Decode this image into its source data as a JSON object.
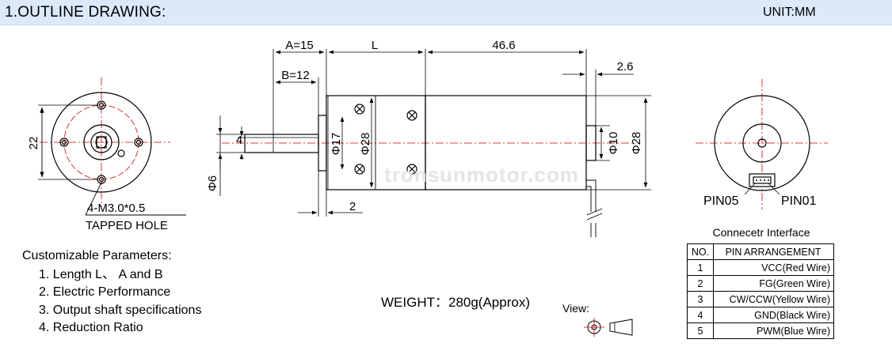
{
  "header": {
    "title": "1.OUTLINE DRAWING:",
    "unit": "UNIT:MM"
  },
  "watermark": "tronsunmotor.com",
  "dimensions": {
    "a_label": "A=15",
    "b_label": "B=12",
    "l_label": "L",
    "body_length": "46.6",
    "rear_offset": "2.6",
    "front_height": "22",
    "shaft_flat": "4",
    "shaft_dia": "Φ6",
    "boss_dia": "Φ17",
    "body_dia": "Φ28",
    "rear_boss_dia": "Φ10",
    "rear_body_dia": "Φ28",
    "flange_gap": "2"
  },
  "callouts": {
    "tapped_hole_line1": "4-M3.0*0.5",
    "tapped_hole_line2": "TAPPED HOLE",
    "pin05": "PIN05",
    "pin01": "PIN01"
  },
  "params": {
    "title": "Customizable Parameters:",
    "items": [
      "1. Length  L、 A and B",
      "2. Electric Performance",
      "3. Output shaft specifications",
      "4. Reduction Ratio"
    ]
  },
  "weight": "WEIGHT：280g(Approx)",
  "view_label": "View:",
  "connector": {
    "title": "Connecetr Interface",
    "headers": [
      "NO.",
      "PIN ARRANGEMENT"
    ],
    "rows": [
      {
        "no": "1",
        "pin": "VCC(Red Wire)"
      },
      {
        "no": "2",
        "pin": "FG(Green Wire)"
      },
      {
        "no": "3",
        "pin": "CW/CCW(Yellow Wire)"
      },
      {
        "no": "4",
        "pin": "GND(Black Wire)"
      },
      {
        "no": "5",
        "pin": "PWM(Blue Wire)"
      }
    ]
  },
  "colors": {
    "header_bg": "#dbe9fb",
    "centerline": "#cc0000",
    "line": "#000000"
  }
}
